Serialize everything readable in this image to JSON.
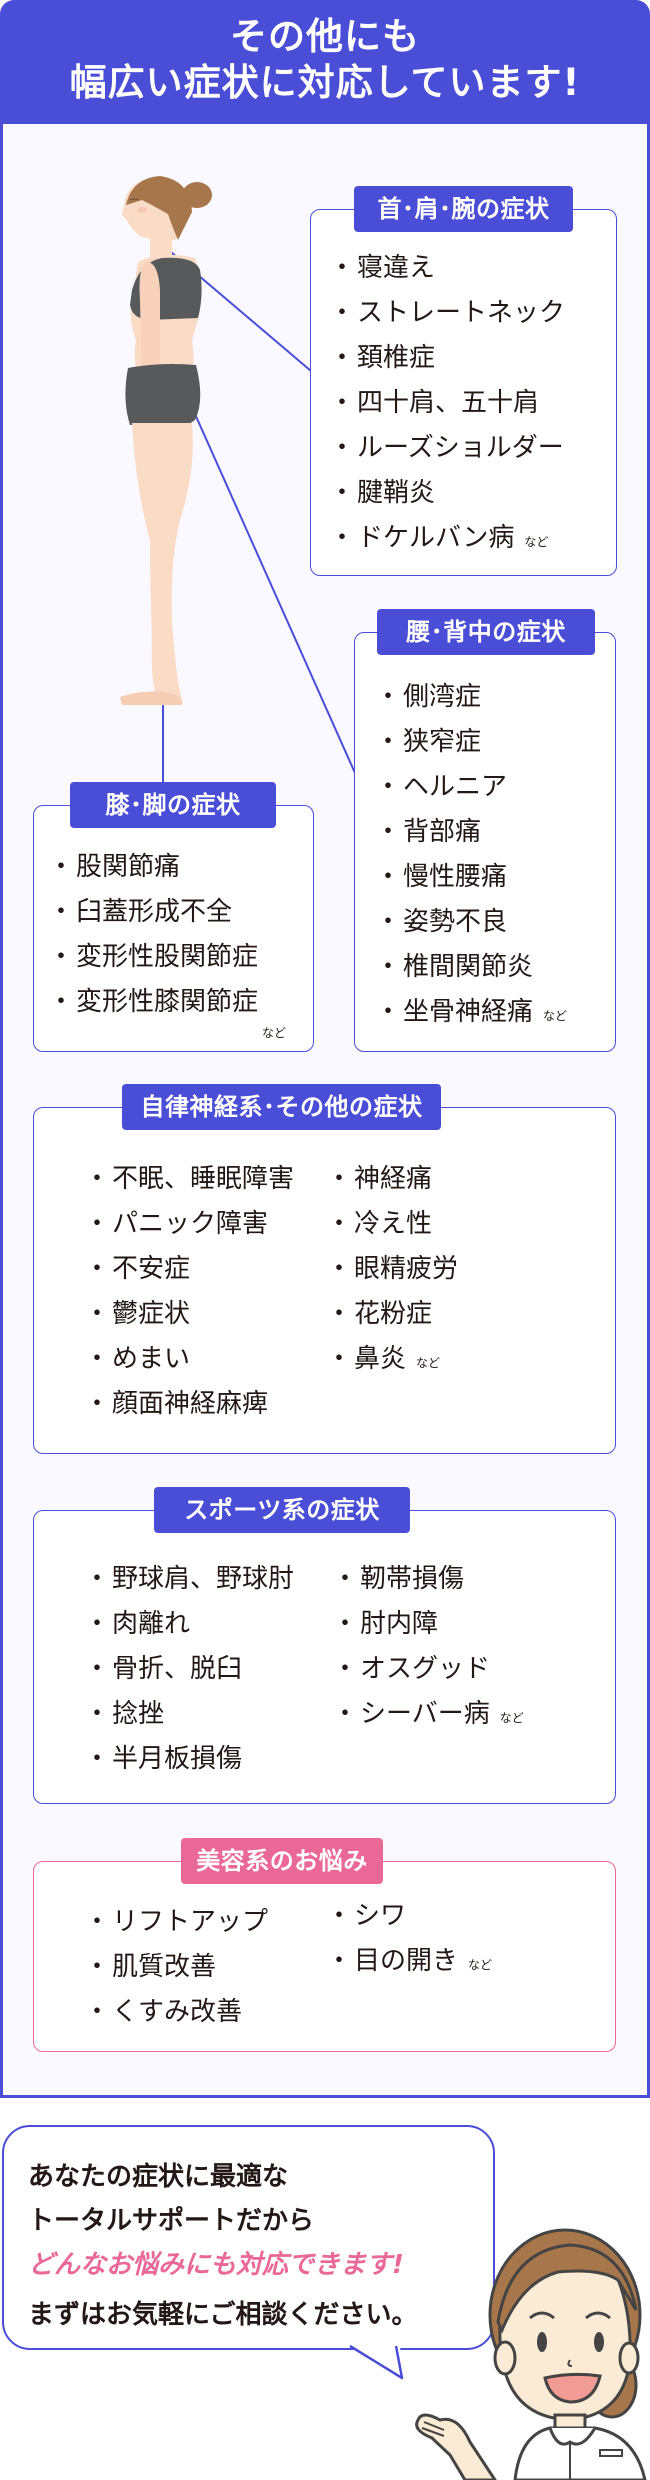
{
  "header": {
    "line1": "その他にも",
    "line2": "幅広い症状に対応しています!"
  },
  "colors": {
    "primary": "#4A4ED6",
    "accent_pink": "#EA6896",
    "panel_bg": "#F9F9FF",
    "text": "#231815"
  },
  "sections": {
    "neck_shoulder_arm": {
      "title": "首･肩･腕の症状",
      "items": [
        "寝違え",
        "ストレートネック",
        "頚椎症",
        "四十肩、五十肩",
        "ルーズショルダー",
        "腱鞘炎",
        "ドケルバン病"
      ],
      "suffix": "など"
    },
    "lower_back": {
      "title": "腰･背中の症状",
      "items": [
        "側湾症",
        "狭窄症",
        "ヘルニア",
        "背部痛",
        "慢性腰痛",
        "姿勢不良",
        "椎間関節炎",
        "坐骨神経痛"
      ],
      "suffix": "など"
    },
    "knee_leg": {
      "title": "膝･脚の症状",
      "items": [
        "股関節痛",
        "臼蓋形成不全",
        "変形性股関節症",
        "変形性膝関節症"
      ],
      "suffix": "など"
    },
    "autonomic": {
      "title": "自律神経系･その他の症状",
      "left_items": [
        "不眠、睡眠障害",
        "パニック障害",
        "不安症",
        "鬱症状",
        "めまい",
        "顔面神経麻痺"
      ],
      "right_items": [
        "神経痛",
        "冷え性",
        "眼精疲労",
        "花粉症",
        "鼻炎"
      ],
      "suffix": "など"
    },
    "sports": {
      "title": "スポーツ系の症状",
      "left_items": [
        "野球肩、野球肘",
        "肉離れ",
        "骨折、脱臼",
        "捻挫",
        "半月板損傷"
      ],
      "right_items": [
        "靭帯損傷",
        "肘内障",
        "オスグッド",
        "シーバー病"
      ],
      "suffix": "など"
    },
    "beauty": {
      "title": "美容系のお悩み",
      "left_items": [
        "リフトアップ",
        "肌質改善",
        "くすみ改善"
      ],
      "right_items": [
        "シワ",
        "目の開き"
      ],
      "suffix": "など"
    }
  },
  "illustrations": {
    "body_figure": "woman-side-profile-icon",
    "nurse": "nurse-pointing-icon"
  },
  "cta_bubble": {
    "line1": "あなたの症状に最適な",
    "line2": "トータルサポートだから",
    "line3_accent": "どんなお悩みにも対応できます!",
    "line4": "まずはお気軽にご相談ください。"
  }
}
